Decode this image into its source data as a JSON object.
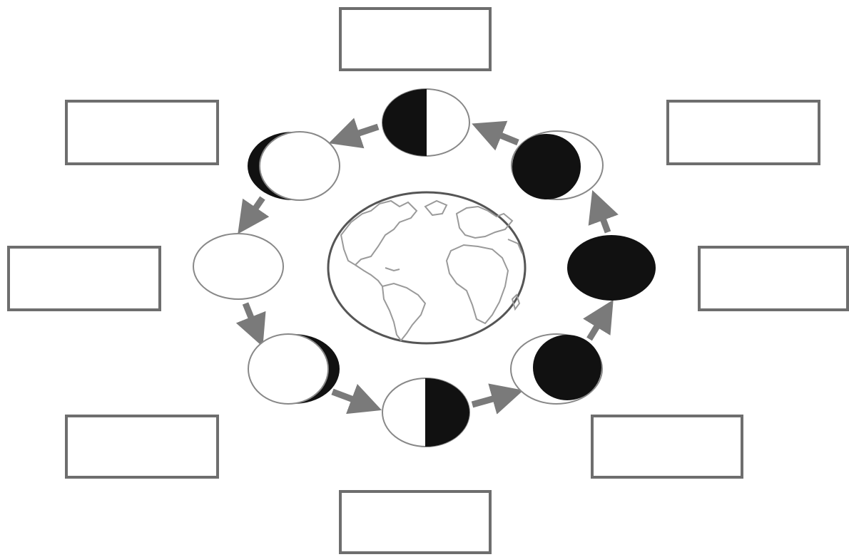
{
  "title": "",
  "boxes": {
    "top": "",
    "top_left": "",
    "top_right": "",
    "left": "",
    "right": "",
    "bottom_left": "",
    "bottom_right": "",
    "bottom": ""
  },
  "colors": {
    "box_border": "#6e6e6e",
    "moon_dark": "#111111",
    "moon_outline": "#888888",
    "arrow": "#7a7a7a",
    "earth_outline": "#555555",
    "continent_outline": "#9a9a9a"
  },
  "phases": [
    "first-quarter",
    "waxing-crescent",
    "new-moon",
    "waning-crescent",
    "third-quarter",
    "waning-gibbous",
    "full-moon",
    "waxing-gibbous"
  ]
}
